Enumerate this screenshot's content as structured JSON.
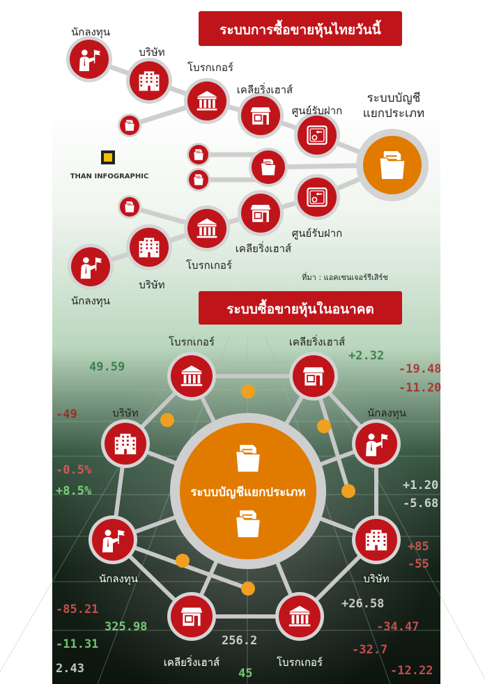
{
  "top": {
    "title": "ระบบการซื้อขายหุ้นไทยวันนี้",
    "accounts_label_1": "ระบบบัญชี",
    "accounts_label_2": "แยกประเภท",
    "upper_chain": [
      "นักลงทุน",
      "บริษัท",
      "โบรกเกอร์",
      "เคลียริ่งเฮาส์",
      "ศูนย์รับฝาก"
    ],
    "lower_chain": [
      "ศูนย์รับฝาก",
      "เคลียริ่งเฮาส์",
      "โบรกเกอร์",
      "บริษัท",
      "นักลงทุน"
    ],
    "source": "ที่มา : แอคเซนเจอร์รีเสิร์ช",
    "logo_text": "THAN INFOGRAPHIC"
  },
  "bottom": {
    "title": "ระบบซื้อขายหุ้นในอนาคต",
    "center_label": "ระบบบัญชีแยกประเภท",
    "nodes": {
      "broker_top": "โบรกเกอร์",
      "clearing_top": "เคลียริ่งเฮาส์",
      "company_left": "บริษัท",
      "investor_right": "นักลงทุน",
      "investor_left": "นักลงทุน",
      "company_right": "บริษัท",
      "clearing_bottom": "เคลียริ่งเฮาส์",
      "broker_bottom": "โบรกเกอร์"
    },
    "board_numbers": [
      "+1.20",
      "-19.48",
      "-11.20",
      "-5.68",
      "+85",
      "-55",
      "+26.58",
      "-34.47",
      "-11.31",
      "256.2",
      "-32.7",
      "-85.21",
      "325.98",
      "45",
      "-0.5%",
      "+8.5%",
      "-12.22",
      "2.43",
      "-49",
      "+2.32",
      "49.59"
    ]
  },
  "colors": {
    "red": "#c0141b",
    "orange": "#e07b00",
    "ring": "#cfcfcf",
    "line": "#c8c8c8"
  }
}
